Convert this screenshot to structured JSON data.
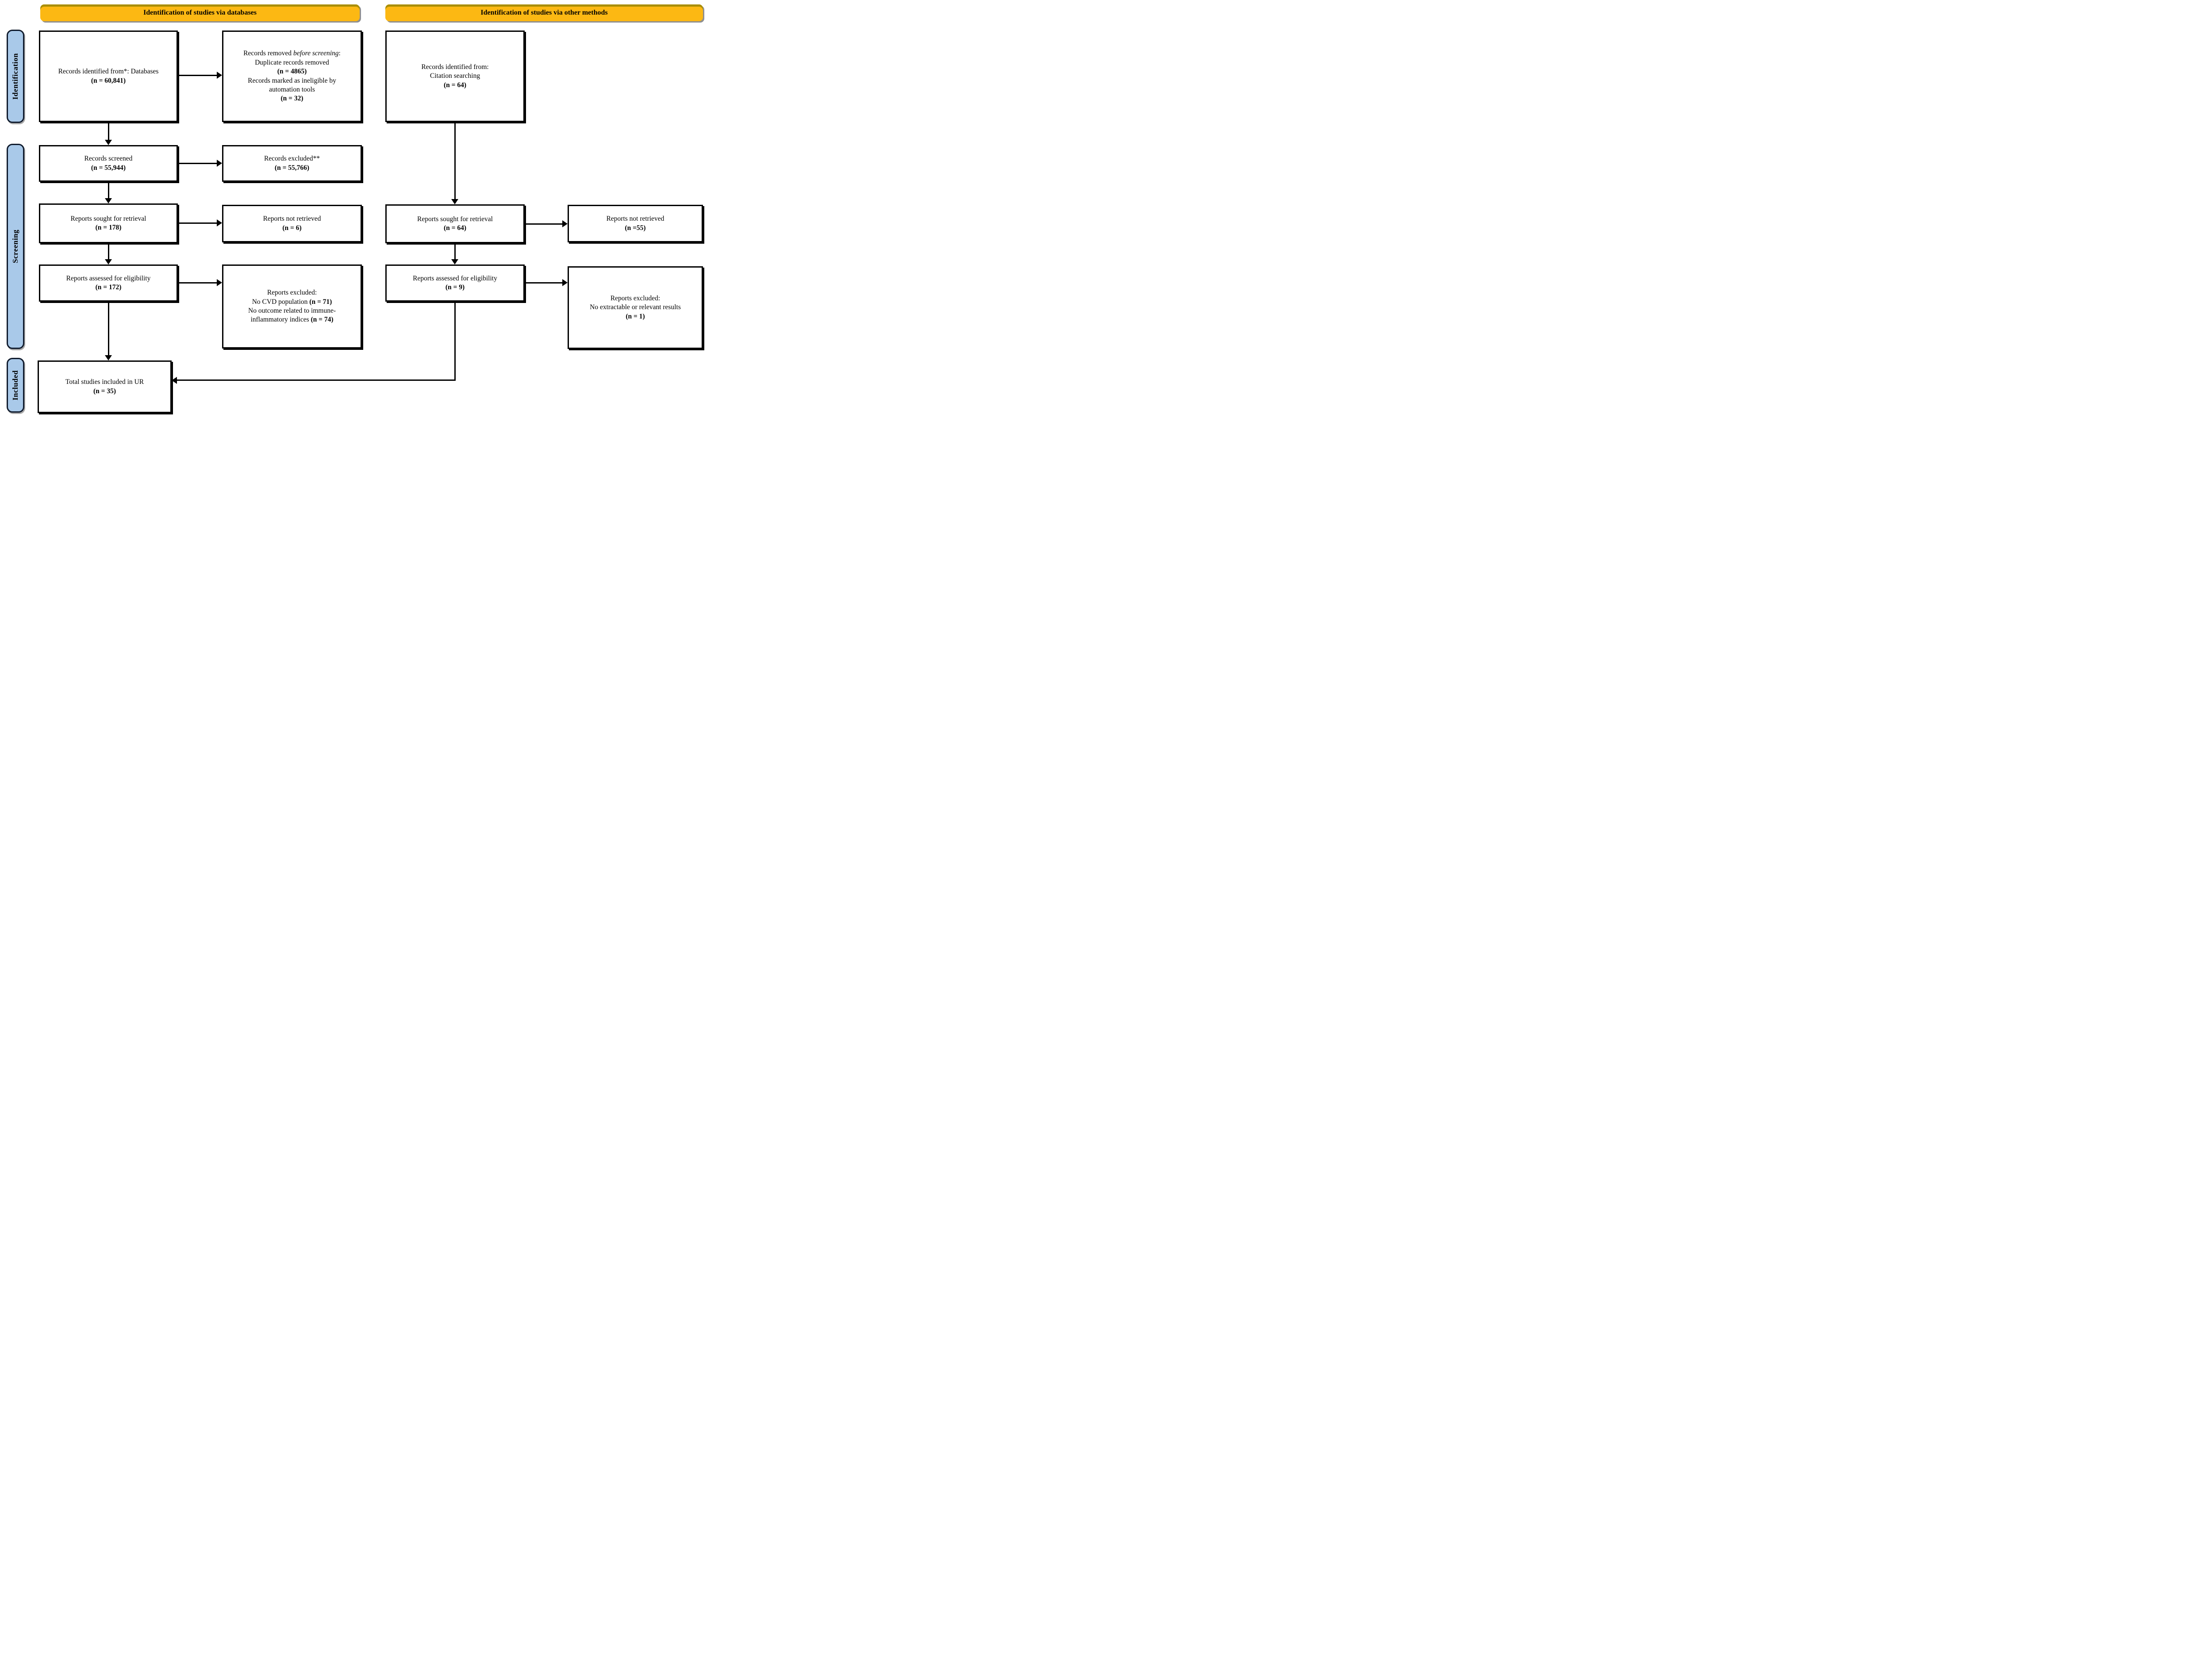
{
  "headers": {
    "databases": "Identification of studies via databases",
    "other_methods": "Identification of studies via other methods"
  },
  "stage_labels": {
    "identification": "Identification",
    "screening": "Screening",
    "included": "Included"
  },
  "colors": {
    "header_fill": "#FCB813",
    "header_top_edge": "#A98E06",
    "stage_fill": "#A9C9E9",
    "stage_border": "#101B2D",
    "box_border": "#000000",
    "box_fill": "#FFFFFF"
  },
  "boxes": {
    "records_identified_db": {
      "line1": "Records identified from*: Databases",
      "line2": "(n = 60,841)"
    },
    "records_removed": {
      "line1_pre": "Records removed ",
      "line1_italic": "before screening",
      "line1_post": ":",
      "line2": "Duplicate records removed",
      "line3": "(n = 4865)",
      "line4": "Records marked as ineligible by",
      "line5": "automation tools",
      "line6": "(n = 32)"
    },
    "records_identified_other": {
      "line1": "Records identified from:",
      "line2": "Citation searching",
      "line3": "(n = 64)"
    },
    "records_screened": {
      "line1": "Records screened",
      "line2": "(n = 55,944)"
    },
    "records_excluded": {
      "line1": "Records excluded**",
      "line2": "(n = 55,766)"
    },
    "reports_sought_db": {
      "line1": "Reports sought for retrieval",
      "line2": "(n = 178)"
    },
    "reports_not_retrieved_db": {
      "line1": "Reports not retrieved",
      "line2": "(n = 6)"
    },
    "reports_assessed_db": {
      "line1": "Reports assessed for eligibility",
      "line2": "(n = 172)"
    },
    "reports_excluded_db": {
      "line1": "Reports excluded:",
      "line2_pre": "No CVD population ",
      "line2_bold": "(n = 71)",
      "line3": "No outcome related to immune-",
      "line4_pre": "inflammatory indices ",
      "line4_bold": "(n = 74)"
    },
    "reports_sought_other": {
      "line1": "Reports sought for retrieval",
      "line2": "(n = 64)"
    },
    "reports_not_retrieved_other": {
      "line1": "Reports not retrieved",
      "line2": "(n =55)"
    },
    "reports_assessed_other": {
      "line1": "Reports assessed for eligibility",
      "line2": "(n = 9)"
    },
    "reports_excluded_other": {
      "line1": "Reports excluded:",
      "line2": "No extractable or relevant results",
      "line3": "(n = 1)"
    },
    "total_included": {
      "line1": "Total studies included in UR",
      "line2": "(n = 35)"
    }
  }
}
